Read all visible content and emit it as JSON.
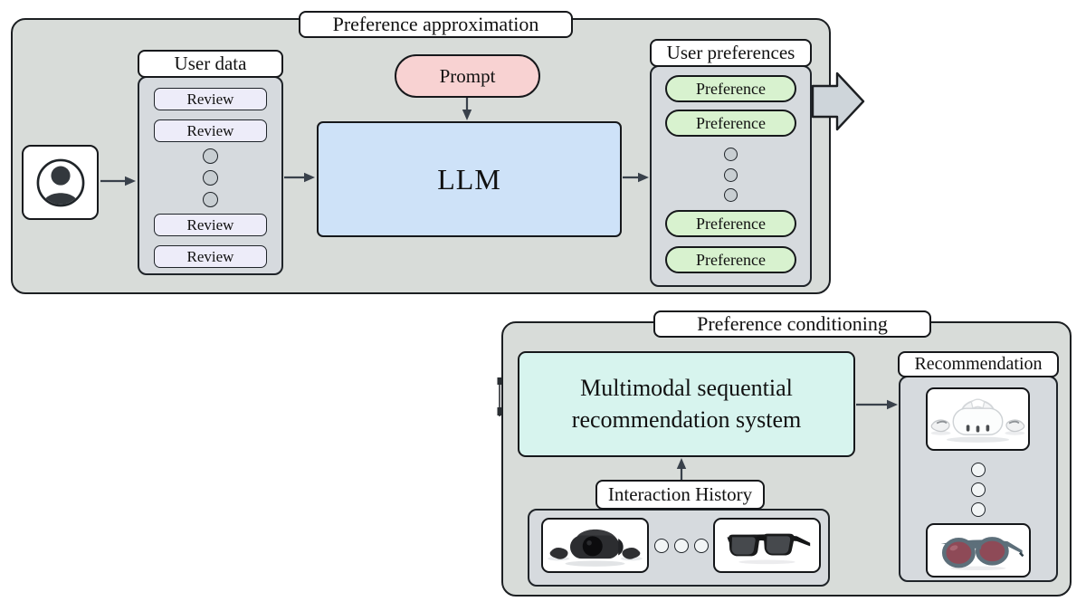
{
  "colors": {
    "container": "#d8dcd9",
    "panel": "#d6dade",
    "review": "#edecf9",
    "preference": "#d8f2cf",
    "prompt": "#f8d2d2",
    "llm": "#cee2f8",
    "recsys": "#d7f4ee",
    "dotgray": "#c8ced2",
    "arrow": "#39414b",
    "blockarrow": "#ced5da"
  },
  "approximation": {
    "title": "Preference approximation",
    "user_data": {
      "title": "User data",
      "items": [
        "Review",
        "Review",
        "Review",
        "Review"
      ]
    },
    "prompt_label": "Prompt",
    "llm_label": "LLM",
    "user_preferences": {
      "title": "User preferences",
      "items": [
        "Preference",
        "Preference",
        "Preference",
        "Preference"
      ]
    }
  },
  "conditioning": {
    "title": "Preference conditioning",
    "system": {
      "line1": "Multimodal sequential",
      "line2": "recommendation system"
    },
    "interaction_history": {
      "title": "Interaction History"
    },
    "recommendation": {
      "title": "Recommendation"
    }
  }
}
